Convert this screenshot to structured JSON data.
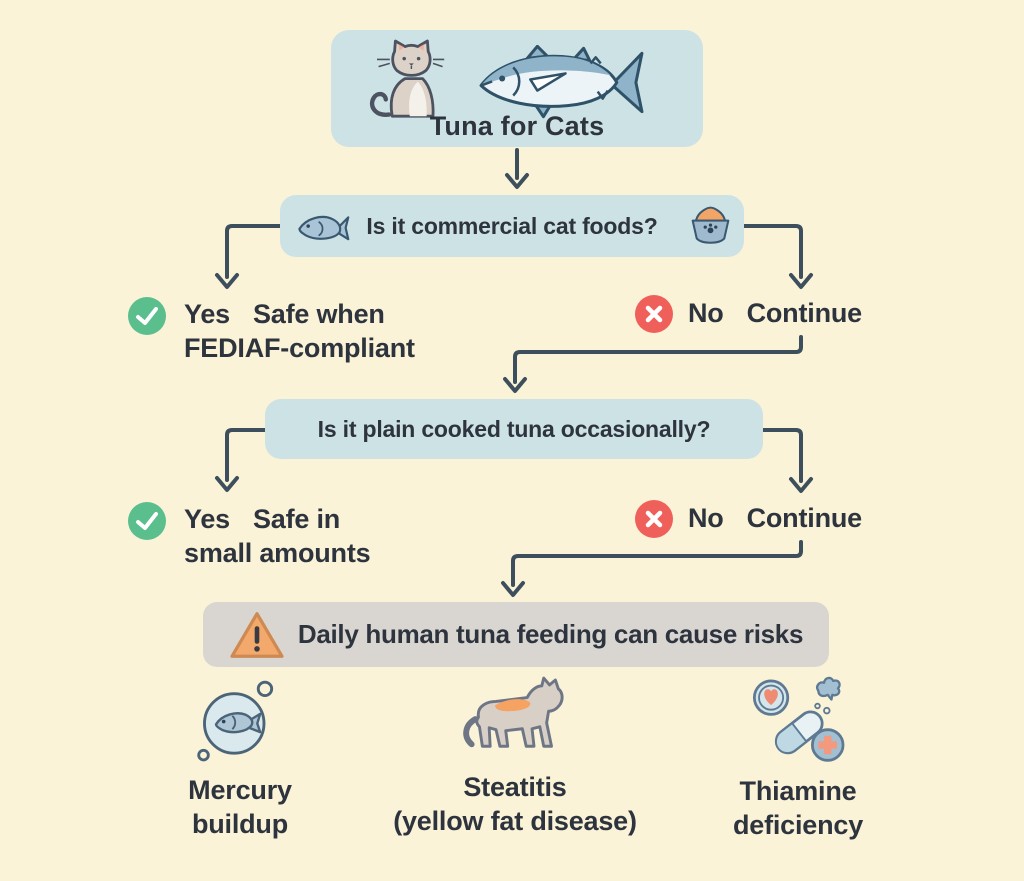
{
  "palette": {
    "background": "#FBF3D8",
    "box_blue": "#CDE2E5",
    "warning_bg": "#D9D6D2",
    "line": "#3D4E5C",
    "text": "#2E343E",
    "yes_green": "#5ABE8D",
    "no_red": "#F0605A",
    "warn_orange": "#F3A96B"
  },
  "root": {
    "title": "Tuna for Cats"
  },
  "questions": [
    {
      "text": "Is it commercial cat foods?"
    },
    {
      "text": "Is it plain cooked tuna occasionally?"
    }
  ],
  "branches": [
    {
      "answer": "Yes",
      "result_lines": [
        "Safe when",
        "FEDIAF-compliant"
      ]
    },
    {
      "answer": "No",
      "result_lines": [
        "Continue"
      ]
    },
    {
      "answer": "Yes",
      "result_lines": [
        "Safe in",
        "small amounts"
      ]
    },
    {
      "answer": "No",
      "result_lines": [
        "Continue"
      ]
    }
  ],
  "warning": {
    "text": "Daily human tuna feeding can cause risks"
  },
  "risks": [
    {
      "lines": [
        "Mercury",
        "buildup"
      ]
    },
    {
      "lines": [
        "Steatitis",
        "(yellow fat disease)"
      ]
    },
    {
      "lines": [
        "Thiamine",
        "deficiency"
      ]
    }
  ]
}
